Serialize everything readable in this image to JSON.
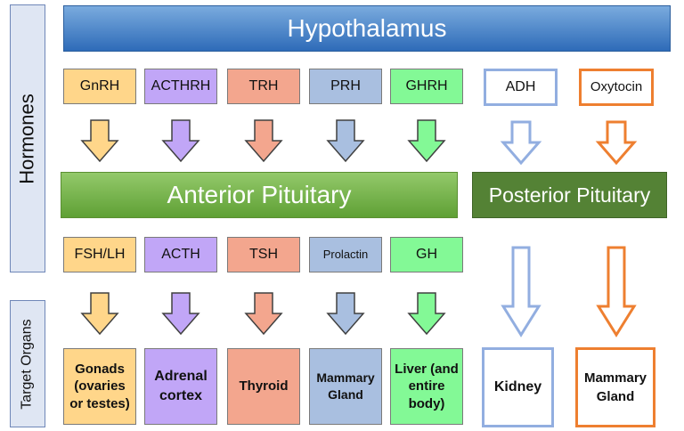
{
  "side_labels": {
    "hormones": "Hormones",
    "target_organs": "Target Organs"
  },
  "banners": {
    "hypothalamus": "Hypothalamus",
    "anterior_pituitary": "Anterior Pituitary",
    "posterior_pituitary": "Posterior Pituitary"
  },
  "releasing_hormones": [
    "GnRH",
    "ACTHRH",
    "TRH",
    "PRH",
    "GHRH"
  ],
  "posterior_hormones": [
    "ADH",
    "Oxytocin"
  ],
  "anterior_hormones": [
    "FSH/LH",
    "ACTH",
    "TSH",
    "Prolactin",
    "GH"
  ],
  "anterior_targets": [
    [
      "Gonads",
      "(ovaries",
      "or testes)"
    ],
    [
      "Adrenal",
      "cortex"
    ],
    [
      "Thyroid"
    ],
    [
      "Mammary",
      "Gland"
    ],
    [
      "Liver (and",
      "entire",
      "body)"
    ]
  ],
  "posterior_targets": [
    [
      "Kidney"
    ],
    [
      "Mammary",
      "Gland"
    ]
  ],
  "colors": {
    "gonads_yellow": "#ffd68a",
    "adrenal_purple": "#c1a6f7",
    "thyroid_salmon": "#f3a68e",
    "mammary_blue": "#a9bfe0",
    "liver_green": "#83f996",
    "adh_outline": "#92aee0",
    "oxytocin_outline": "#ee7f30",
    "hypothalamus_blue": "#3e7ec9",
    "anterior_green": "#73b447",
    "posterior_green": "#548235"
  }
}
